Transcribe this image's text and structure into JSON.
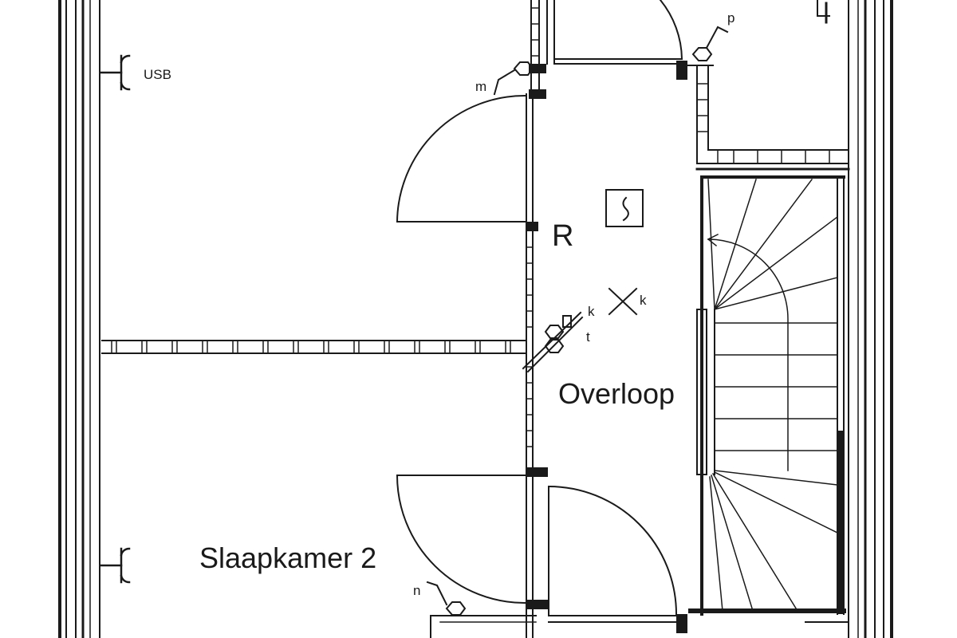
{
  "labels": {
    "usb": "USB",
    "m": "m",
    "p": "p",
    "r": "R",
    "k1": "k",
    "k2": "k",
    "t": "t",
    "overloop": "Overloop",
    "slaapkamer": "Slaapkamer 2",
    "n": "n"
  },
  "colors": {
    "line": "#1a1a1a",
    "background": "#ffffff"
  },
  "icons": [
    "socket-usb-icon",
    "socket-icon",
    "hexagon-symbol-icon",
    "smoke-detector-icon",
    "ceiling-light-icon",
    "radiator-icon"
  ]
}
